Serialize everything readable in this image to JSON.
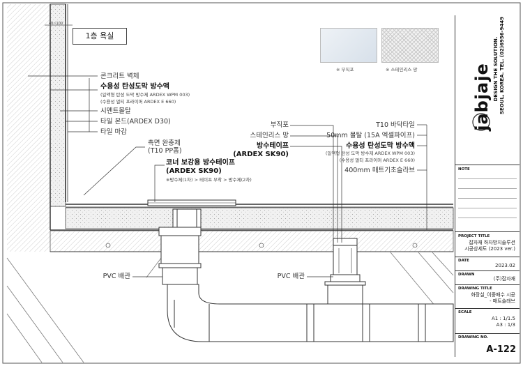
{
  "room_title": "1층 욕실",
  "dim_tag": "40~100",
  "wall_labels": [
    {
      "text": "콘크리트 벽체",
      "bold": false,
      "small": false
    },
    {
      "text": "수용성 탄성도막 방수액",
      "bold": true,
      "small": false
    },
    {
      "text": "(일액형 탄성 도막 방수제 ARDEX WPM 003)",
      "bold": false,
      "small": true
    },
    {
      "text": "(수용성 멀티 프라이머 ARDEX E 660)",
      "bold": false,
      "small": true
    },
    {
      "text": "시멘트몰탈",
      "bold": false,
      "small": false
    },
    {
      "text": "타일 본드(ARDEX D30)",
      "bold": false,
      "small": false
    },
    {
      "text": "타일 마감",
      "bold": false,
      "small": false
    }
  ],
  "side_buffer": [
    "측면 완충제",
    "(T10 PP폼)"
  ],
  "corner_tape": {
    "title": "코너 보강용 방수테이프",
    "product": "(ARDEX SK90)",
    "note": "※방수제(1차) > 테이프 부착 > 방수제(2차)"
  },
  "center_labels": {
    "fabric": "부직포",
    "mesh": "스테인리스 망",
    "tape_title": "방수테이프",
    "tape_product": "(ARDEX SK90)"
  },
  "floor_labels": [
    {
      "text": "T10 바닥타일",
      "bold": false,
      "small": false
    },
    {
      "text": "50mm 몰탈  (15A 엑셀파이프)",
      "bold": false,
      "small": false
    },
    {
      "text": "수용성 탄성도막 방수액",
      "bold": true,
      "small": false
    },
    {
      "text": "(일액형 탄성 도막 방수제 ARDEX WPM 003)",
      "bold": false,
      "small": true
    },
    {
      "text": "(수용성 멀티 프라이머 ARDEX E 660)",
      "bold": false,
      "small": true
    },
    {
      "text": "400mm 매트기초슬라브",
      "bold": false,
      "small": false
    }
  ],
  "pvc_left": "PVC 배관",
  "pvc_right": "PVC 배관",
  "samples": [
    {
      "caption": "※ 부직포"
    },
    {
      "caption": "※ 스테인리스 망"
    }
  ],
  "title_block": {
    "brand": "jabjaje",
    "tagline": "DESIGN THE SOLUTION.",
    "address": "SEOUL, KOREA. TEL. (02)6956-9449",
    "note_label": "NOTE",
    "project_label": "PROJECT TITLE",
    "project_title": [
      "잡자재 하자방지솔루션",
      "시공상세도 (2023 ver.)"
    ],
    "date_label": "DATE",
    "date": "2023.02",
    "drawn_label": "DRAWN",
    "drawn": "(주)잡자재",
    "drawing_title_label": "DRAWING TITLE",
    "drawing_title": [
      "화장실_이중배수 시공",
      "- 매트슬래브"
    ],
    "scale_label": "SCALE",
    "scale": [
      "A1 : 1/1.5",
      "A3 : 1/3"
    ],
    "drawing_no_label": "DRAWING NO.",
    "drawing_no": "A-122"
  },
  "colors": {
    "line": "#333333",
    "concrete": "#f4f4f4",
    "mortar": "#e8e8e8",
    "membrane": "#7a7a7a",
    "pipe": "#ffffff"
  }
}
